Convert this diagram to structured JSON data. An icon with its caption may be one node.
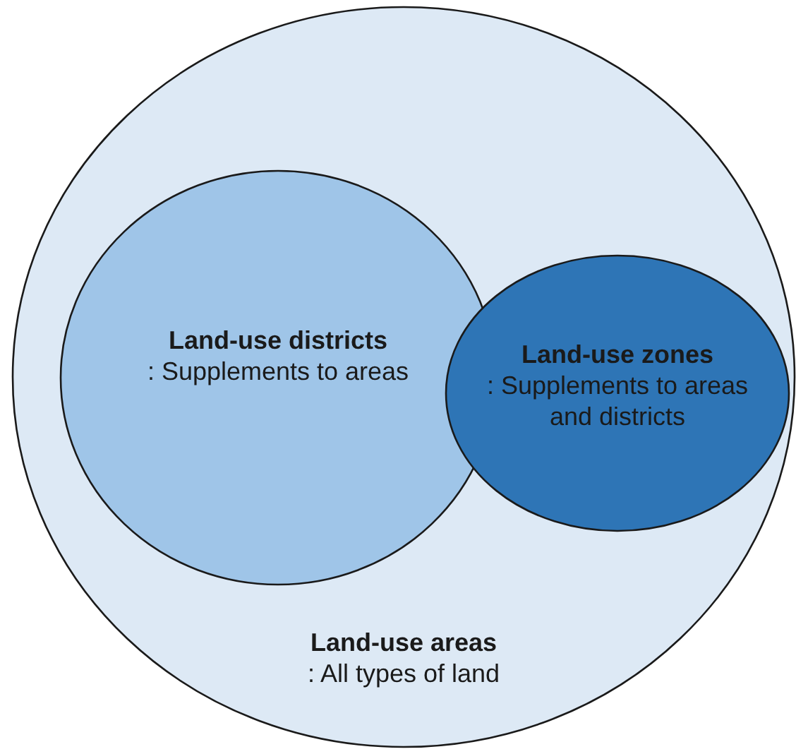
{
  "diagram": {
    "nodes": [
      {
        "text": [
          "Land-use areas",
          ": All types of land"
        ]
      },
      {
        "text": [
          "Land-use districts",
          ": Supplements to areas"
        ],
        "in": 0
      },
      {
        "text": [
          "Land-use zones",
          ": Supplements to areas and districts"
        ],
        "in": 0
      }
    ]
  }
}
